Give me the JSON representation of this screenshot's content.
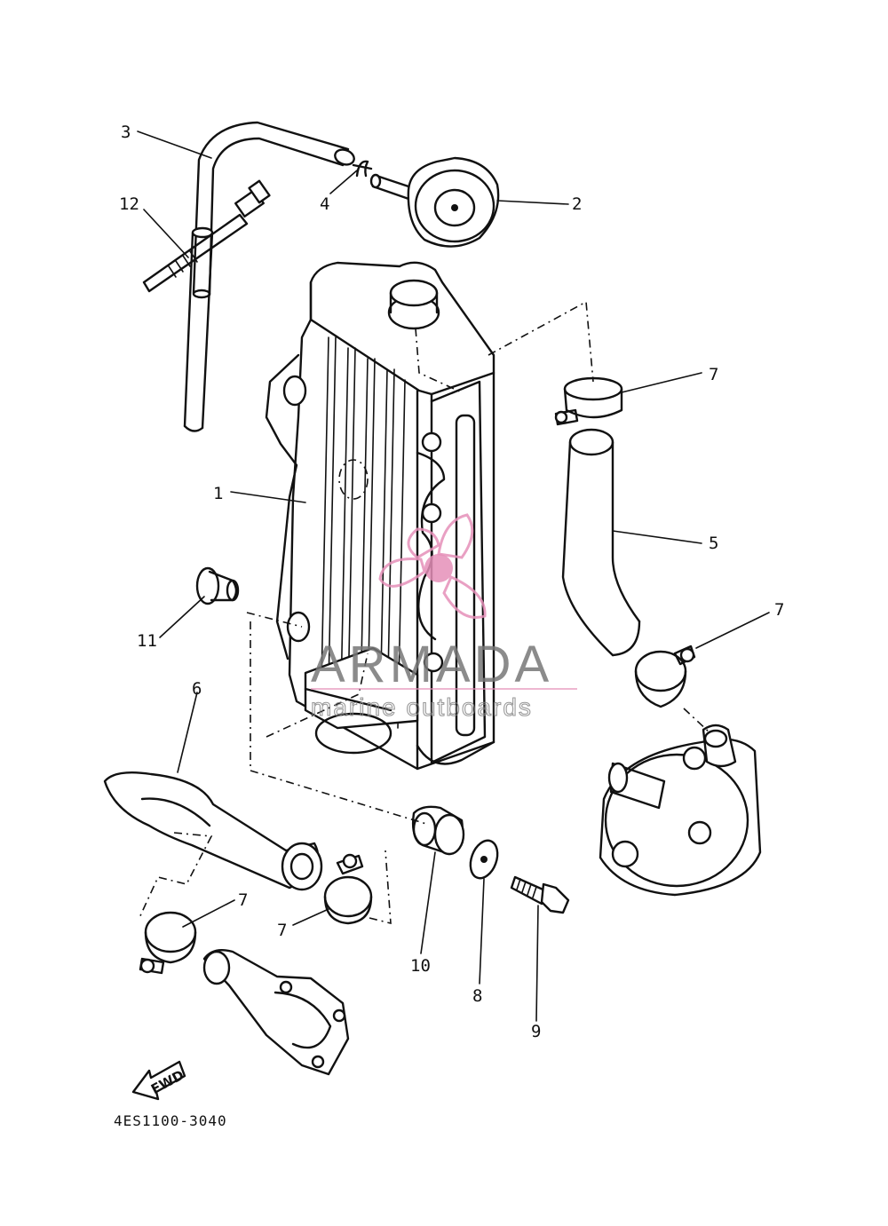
{
  "callouts": [
    {
      "num": "1"
    },
    {
      "num": "2"
    },
    {
      "num": "3"
    },
    {
      "num": "4"
    },
    {
      "num": "5"
    },
    {
      "num": "6"
    },
    {
      "num": "7"
    },
    {
      "num": "7"
    },
    {
      "num": "7"
    },
    {
      "num": "7"
    },
    {
      "num": "8"
    },
    {
      "num": "9"
    },
    {
      "num": "10"
    },
    {
      "num": "11"
    },
    {
      "num": "12"
    }
  ],
  "figure_code": "4ES1100-3040",
  "fwd_label": "FWD",
  "watermark": {
    "brand": "ARMADA",
    "tagline": "marine outboards",
    "accent_color": "#e58fb8"
  }
}
